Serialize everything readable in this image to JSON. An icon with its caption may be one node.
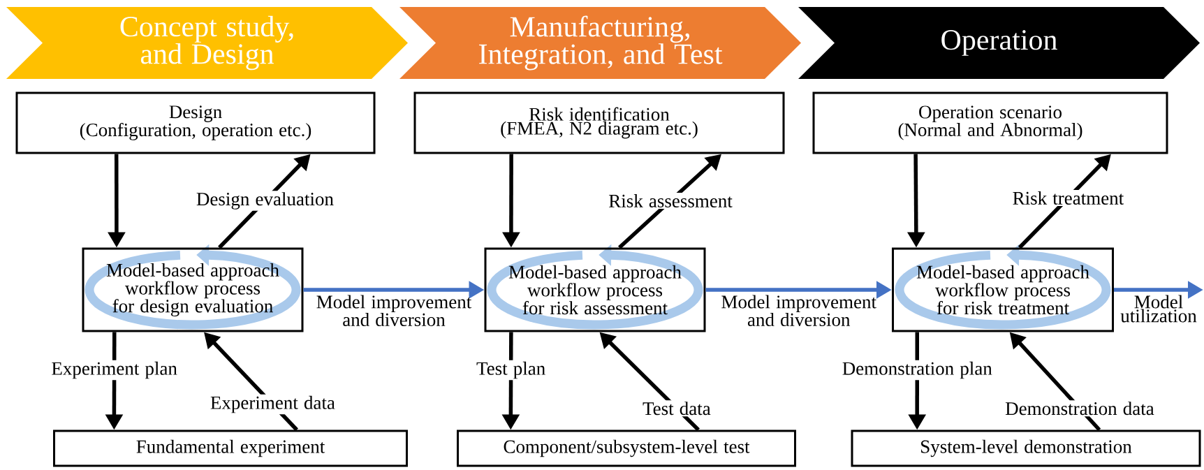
{
  "diagram": {
    "nodes": [
      {
        "text": [
          "Concept study, and Design"
        ]
      },
      {
        "text": [
          "Manufacturing, Integration, and Test"
        ]
      },
      {
        "text": [
          "Operation"
        ]
      },
      {
        "text": [
          "Design",
          "(Configuration, operation etc.)"
        ]
      },
      {
        "text": [
          "Risk identification",
          "(FMEA, N2 diagram etc.)"
        ]
      },
      {
        "text": [
          "Operation scenario",
          "(Normal and Abnormal)"
        ]
      },
      {
        "text": [
          "Model-based approach workflow process for design evaluation"
        ]
      },
      {
        "text": [
          "Model-based approach workflow process for risk assessment"
        ]
      },
      {
        "text": [
          "Model-based approach workflow process for risk treatment"
        ]
      },
      {
        "text": [
          "Fundamental experiment"
        ]
      },
      {
        "text": [
          "Component/subsystem-level test"
        ]
      },
      {
        "text": [
          "System-level demonstration"
        ]
      }
    ],
    "edges": [
      {
        "from": 3,
        "to": 6,
        "arrow": "to"
      },
      {
        "from": 6,
        "to": 3,
        "arrow": "to",
        "label": "Design evaluation"
      },
      {
        "from": 6,
        "to": 9,
        "arrow": "to",
        "label": "Experiment plan"
      },
      {
        "from": 9,
        "to": 6,
        "arrow": "to",
        "label": "Experiment data"
      },
      {
        "from": 6,
        "to": 7,
        "arrow": "to",
        "label": "Model improvement and diversion",
        "color": "#4472c4"
      },
      {
        "from": 4,
        "to": 7,
        "arrow": "to"
      },
      {
        "from": 7,
        "to": 4,
        "arrow": "to",
        "label": "Risk assessment"
      },
      {
        "from": 7,
        "to": 10,
        "arrow": "to",
        "label": "Test plan"
      },
      {
        "from": 10,
        "to": 7,
        "arrow": "to",
        "label": "Test data"
      },
      {
        "from": 7,
        "to": 8,
        "arrow": "to",
        "label": "Model improvement and diversion",
        "color": "#4472c4"
      },
      {
        "from": 5,
        "to": 8,
        "arrow": "to"
      },
      {
        "from": 8,
        "to": 5,
        "arrow": "to",
        "label": "Risk treatment"
      },
      {
        "from": 8,
        "to": 11,
        "arrow": "to",
        "label": "Demonstration plan"
      },
      {
        "from": 11,
        "to": 8,
        "arrow": "to",
        "label": "Demonstration data"
      },
      {
        "from": 8,
        "to": null,
        "arrow": "to",
        "label": "Model utilization",
        "color": "#4472c4"
      }
    ]
  }
}
